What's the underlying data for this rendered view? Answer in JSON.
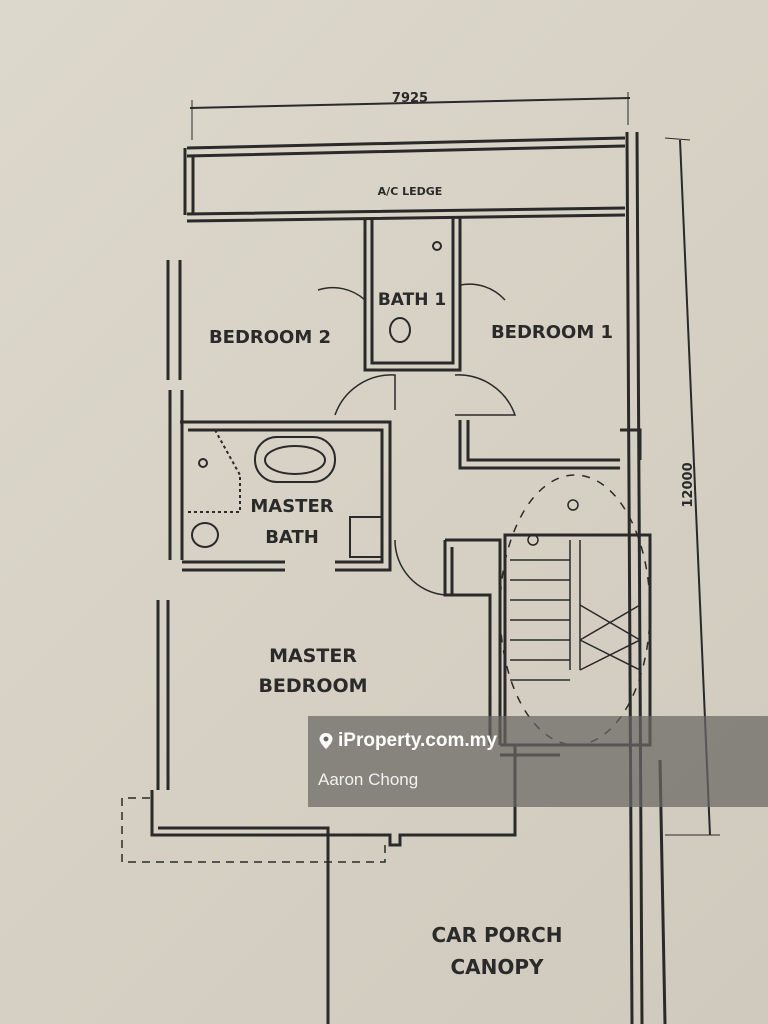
{
  "dimensions": {
    "width": "7925",
    "depth": "12000"
  },
  "rooms": {
    "ac_ledge": "A/C LEDGE",
    "bath1": "BATH 1",
    "bedroom2": "BEDROOM 2",
    "bedroom1": "BEDROOM 1",
    "master_bath_1": "MASTER",
    "master_bath_2": "BATH",
    "master_bedroom_1": "MASTER",
    "master_bedroom_2": "BEDROOM",
    "car_porch_1": "CAR PORCH",
    "car_porch_2": "CANOPY"
  },
  "watermark": {
    "site": "iProperty.com.my",
    "agent": "Aaron Chong",
    "icon": "location-pin-icon"
  }
}
